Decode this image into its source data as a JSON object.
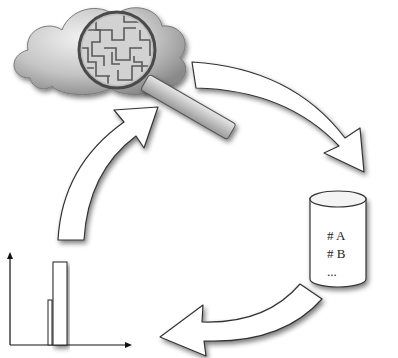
{
  "diagram": {
    "nodes": [
      {
        "text": [
          "# A",
          "# B",
          "..."
        ]
      }
    ]
  }
}
